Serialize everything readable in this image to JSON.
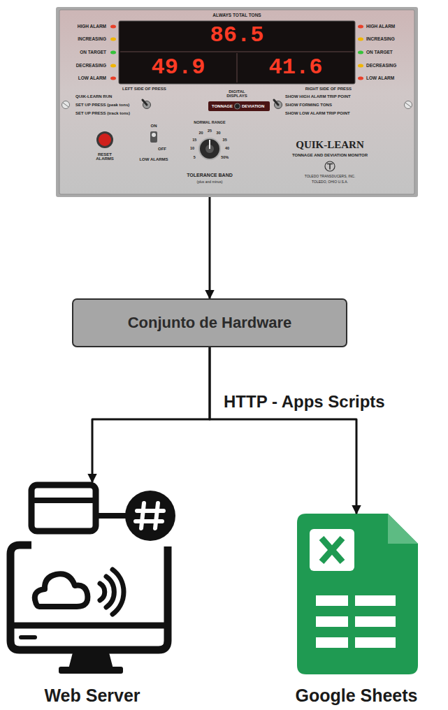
{
  "diagram": {
    "nodes": [
      {
        "text": [
          "ALWAYS TOTAL TONS",
          "86.5",
          "49.9",
          "41.6",
          "HIGH ALARM",
          "INCREASING",
          "ON TARGET",
          "DECREASING",
          "LOW ALARM",
          "HIGH ALARM",
          "INCREASING",
          "ON TARGET",
          "DECREASING",
          "LOW ALARM",
          "LEFT SIDE OF PRESS",
          "RIGHT SIDE OF PRESS",
          "DIGITAL DISPLAYS",
          "TONNAGE",
          "DEVIATION",
          "QUIK-LEARN RUN",
          "SET UP PRESS (peak tons)",
          "SET UP PRESS (track tons)",
          "SHOW HIGH ALARM TRIP POINT",
          "SHOW FORMING TONS",
          "SHOW LOW ALARM TRIP POINT",
          "RESET ALARMS",
          "ON",
          "OFF",
          "LOW ALARMS",
          "NORMAL RANGE",
          "5",
          "10",
          "15",
          "20",
          "25",
          "30",
          "35",
          "40",
          "50%",
          "TOLERANCE BAND",
          "(plus and minus)",
          "QUIK-LEARN",
          "TONNAGE AND DEVIATION MONITOR",
          "TOLEDO TRANSDUCERS, INC.",
          "TOLEDO, OHIO U.S.A."
        ]
      },
      {
        "text": [
          "Conjunto de Hardware"
        ]
      },
      {
        "text": [
          "Web Server"
        ]
      },
      {
        "text": [
          "Google Sheets"
        ]
      }
    ],
    "edges": [
      {
        "from": 0,
        "to": 1,
        "arrow": "to"
      },
      {
        "from": 1,
        "to": 2,
        "arrow": "to"
      },
      {
        "from": 1,
        "to": 3,
        "arrow": "to",
        "label": "HTTP - Apps Scripts"
      }
    ]
  }
}
